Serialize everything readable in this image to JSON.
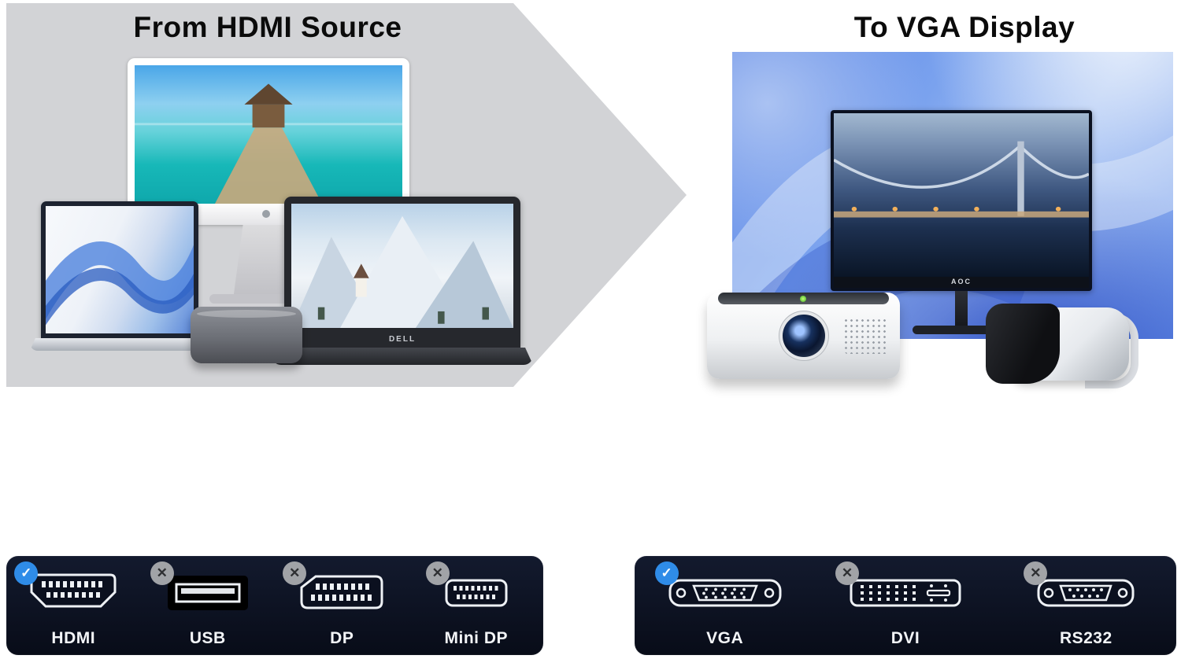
{
  "header": {
    "left_title": "From HDMI Source",
    "right_title": "To VGA Display"
  },
  "devices": {
    "dell_logo": "DELL",
    "aoc_logo": "AOC"
  },
  "glyphs": {
    "check": "✓",
    "cross": "✕"
  },
  "panels": [
    {
      "side": "source",
      "connectors": [
        {
          "label": "HDMI",
          "status": "selected"
        },
        {
          "label": "USB",
          "status": "excluded"
        },
        {
          "label": "DP",
          "status": "excluded"
        },
        {
          "label": "Mini DP",
          "status": "excluded"
        }
      ]
    },
    {
      "side": "display",
      "connectors": [
        {
          "label": "VGA",
          "status": "selected"
        },
        {
          "label": "DVI",
          "status": "excluded"
        },
        {
          "label": "RS232",
          "status": "excluded"
        }
      ]
    }
  ],
  "colors": {
    "arrow_gray": "#d2d3d6",
    "panel_bg": "#0b101f",
    "check_blue": "#2f8ce8",
    "cross_gray": "#a1a3a7"
  }
}
